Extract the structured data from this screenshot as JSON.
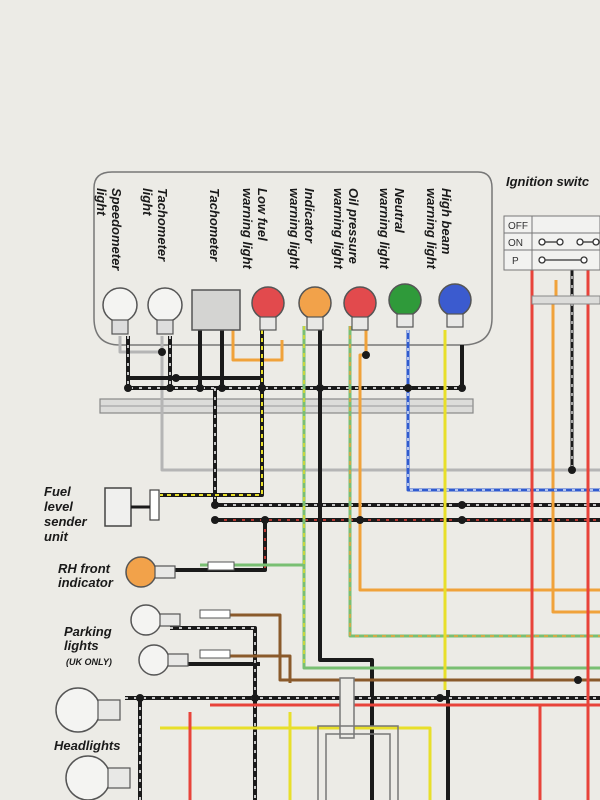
{
  "instrument_labels": [
    [
      "Speedometer",
      "light"
    ],
    [
      "Tachometer",
      "light"
    ],
    [
      "Tachometer"
    ],
    [
      "Low fuel",
      "warning light"
    ],
    [
      "Indicator",
      "warning light"
    ],
    [
      "Oil pressure",
      "warning light"
    ],
    [
      "Neutral",
      "warning light"
    ],
    [
      "High beam",
      "warning light"
    ]
  ],
  "ignition_switch": {
    "title": "Ignition switc",
    "positions": [
      "OFF",
      "ON",
      "P"
    ]
  },
  "components": {
    "fuel_sender": [
      "Fuel",
      "level",
      "sender",
      "unit"
    ],
    "rh_front_indicator": [
      "RH front",
      "indicator"
    ],
    "parking_lights": [
      "Parking",
      "lights"
    ],
    "parking_note": "(UK ONLY)",
    "headlights": "Headlights"
  },
  "colors": {
    "paper": "#ecebe6",
    "black": "#1a1a1a",
    "grey": "#b5b5b5",
    "yellow": "#e8df2a",
    "green": "#79bf72",
    "orange": "#f0a23a",
    "red": "#e8433a",
    "blue": "#2f5bd0",
    "brown": "#8a5a2b",
    "lamp_red": "#e24a4d",
    "lamp_amber": "#f2a24a",
    "lamp_green": "#2f9a3a",
    "lamp_blue": "#3b5bcf",
    "lamp_white": "#f4f4f2"
  }
}
